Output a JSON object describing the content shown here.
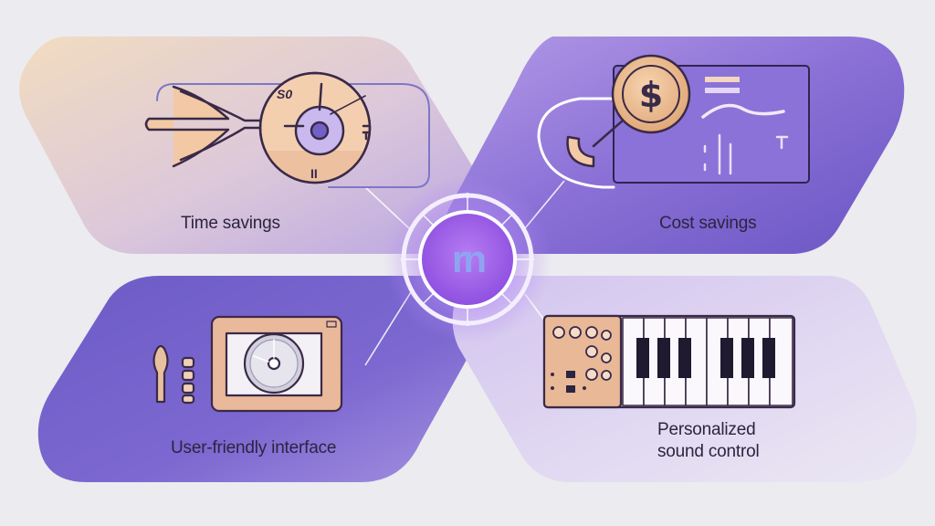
{
  "features": {
    "time_savings": {
      "label": "Time savings",
      "icon": "clock-dial-icon"
    },
    "cost_savings": {
      "label": "Cost savings",
      "icon": "dollar-coin-icon"
    },
    "user_friendly": {
      "label": "User-friendly interface",
      "icon": "screen-disc-icon"
    },
    "sound_control": {
      "label_line1": "Personalized",
      "label_line2": "sound control",
      "icon": "keyboard-mixer-icon"
    }
  },
  "hub": {
    "logo_text": "rn"
  },
  "time_dial": {
    "top_text": "S0",
    "bottom_text": "II"
  },
  "colors": {
    "accent": "#8b5cf6",
    "purple_dark": "#5b4bb0",
    "peach": "#e8b896",
    "outline": "#3a2a48"
  }
}
